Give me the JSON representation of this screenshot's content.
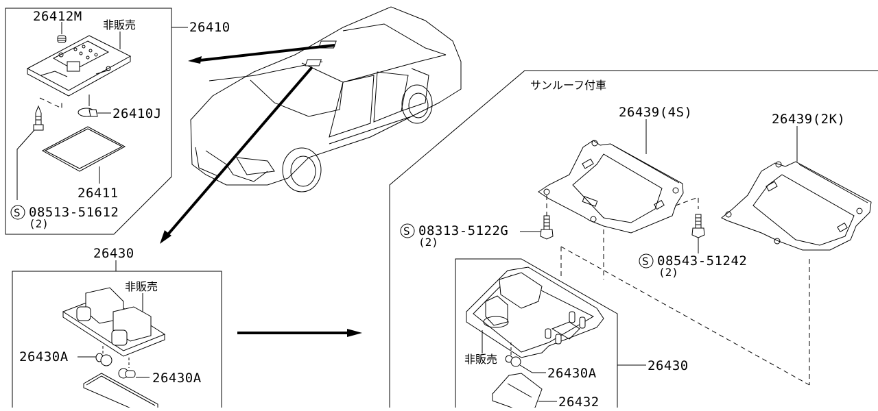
{
  "diagram": {
    "title": "Room lamp / interior lamp exploded parts diagram",
    "not_for_sale": "非販売",
    "sunroof_section_label": "サンルーフ付車",
    "groups": [
      {
        "id": "standard_room_lamp",
        "assembly": "26410",
        "parts": [
          {
            "number": "26412M",
            "item": "nut"
          },
          {
            "number": "26410J",
            "item": "bulb"
          },
          {
            "number": "26411",
            "item": "lens"
          },
          {
            "number": "08513-51612",
            "qty": "(2)",
            "standard_symbol": "S",
            "item": "screw"
          }
        ]
      },
      {
        "id": "map_lamp",
        "assembly": "26430",
        "parts": [
          {
            "number": "26430A",
            "item": "bulb left"
          },
          {
            "number": "26430A",
            "item": "bulb right"
          }
        ]
      },
      {
        "id": "sunroof_map_lamp",
        "assembly": "26430",
        "parts": [
          {
            "number": "26439(4S)",
            "item": "bracket 4-door sedan"
          },
          {
            "number": "26439(2K)",
            "item": "bracket 2-door coupe"
          },
          {
            "number": "08313-5122G",
            "qty": "(2)",
            "standard_symbol": "S",
            "item": "bolt"
          },
          {
            "number": "08543-51242",
            "qty": "(2)",
            "standard_symbol": "S",
            "item": "bolt"
          },
          {
            "number": "26430A",
            "item": "bulb"
          },
          {
            "number": "26432",
            "item": "lens"
          }
        ]
      }
    ],
    "labels": {
      "a26412M": "26412M",
      "a26410": "26410",
      "a26410J": "26410J",
      "a26411": "26411",
      "a08513": "08513-51612",
      "qty2": "(2)",
      "s": "S",
      "a26430": "26430",
      "a26430A": "26430A",
      "a26439_4s": "26439(4S)",
      "a26439_2k": "26439(2K)",
      "a08313": "08313-5122G",
      "a08543": "08543-51242",
      "a26432": "26432"
    }
  }
}
